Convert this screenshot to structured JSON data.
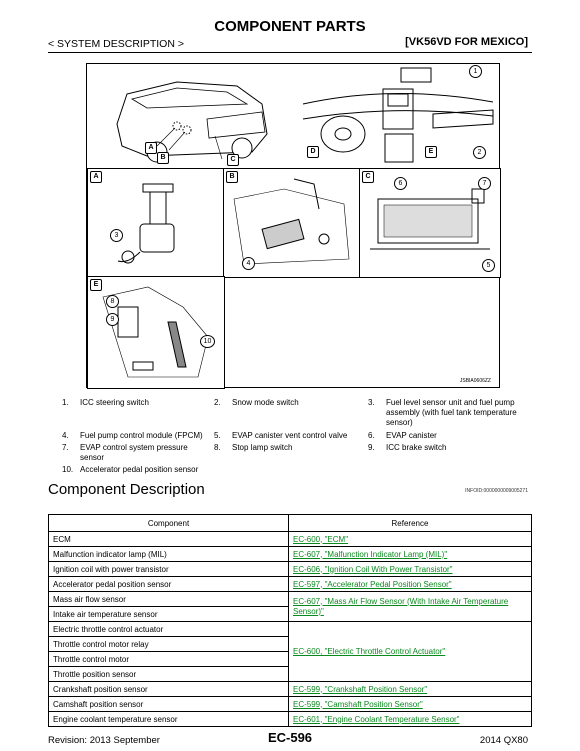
{
  "header": {
    "title": "COMPONENT PARTS",
    "section": "< SYSTEM DESCRIPTION >",
    "model": "[VK56VD FOR MEXICO]"
  },
  "diagram": {
    "code": "JSBIA0606ZZ",
    "callouts": {
      "A": "A",
      "B": "B",
      "C": "C",
      "D": "D",
      "E": "E",
      "n1": "1",
      "n2": "2",
      "n3": "3",
      "n4": "4",
      "n5": "5",
      "n6": "6",
      "n7": "7",
      "n8": "8",
      "n9": "9",
      "n10": "10"
    }
  },
  "legend": [
    {
      "num": "1.",
      "text": "ICC steering switch"
    },
    {
      "num": "2.",
      "text": "Snow mode switch"
    },
    {
      "num": "3.",
      "text": "Fuel level sensor unit and fuel pump assembly (with fuel tank temperature sensor)"
    },
    {
      "num": "4.",
      "text": "Fuel pump control module (FPCM)"
    },
    {
      "num": "5.",
      "text": "EVAP canister vent control valve"
    },
    {
      "num": "6.",
      "text": "EVAP canister"
    },
    {
      "num": "7.",
      "text": "EVAP control system pressure sensor"
    },
    {
      "num": "8.",
      "text": "Stop lamp switch"
    },
    {
      "num": "9.",
      "text": "ICC brake switch"
    },
    {
      "num": "10.",
      "text": "Accelerator pedal position sensor"
    }
  ],
  "component_description": {
    "heading": "Component Description",
    "info_id": "INFOID:0000000009005271",
    "col_component": "Component",
    "col_reference": "Reference",
    "rows": {
      "r1": {
        "component": "ECM",
        "reference": "EC-600, \"ECM\""
      },
      "r2": {
        "component": "Malfunction indicator lamp (MIL)",
        "reference": "EC-607, \"Malfunction Indicator Lamp (MIL)\""
      },
      "r3": {
        "component": "Ignition coil with power transistor",
        "reference": "EC-606, \"Ignition Coil With Power Transistor\""
      },
      "r4": {
        "component": "Accelerator pedal position sensor",
        "reference": "EC-597, \"Accelerator Pedal Position Sensor\""
      },
      "r5": {
        "component": "Mass air flow sensor"
      },
      "r6": {
        "component": "Intake air temperature sensor"
      },
      "maf_ref": "EC-607, \"Mass Air Flow Sensor (With Intake Air Temperature Sensor)\"",
      "r7": {
        "component": "Electric throttle control actuator"
      },
      "r8": {
        "component": "Throttle control motor relay"
      },
      "r9": {
        "component": "Throttle control motor"
      },
      "r10": {
        "component": "Throttle position sensor"
      },
      "etc_ref": "EC-600, \"Electric Throttle Control Actuator\"",
      "r11": {
        "component": "Crankshaft position sensor",
        "reference": "EC-599, \"Crankshaft Position Sensor\""
      },
      "r12": {
        "component": "Camshaft position sensor",
        "reference": "EC-599, \"Camshaft Position Sensor\""
      },
      "r13": {
        "component": "Engine coolant temperature sensor",
        "reference": "EC-601, \"Engine Coolant Temperature Sensor\""
      }
    }
  },
  "footer": {
    "revision": "Revision: 2013 September",
    "page": "EC-596",
    "model_year": "2014 QX80"
  }
}
